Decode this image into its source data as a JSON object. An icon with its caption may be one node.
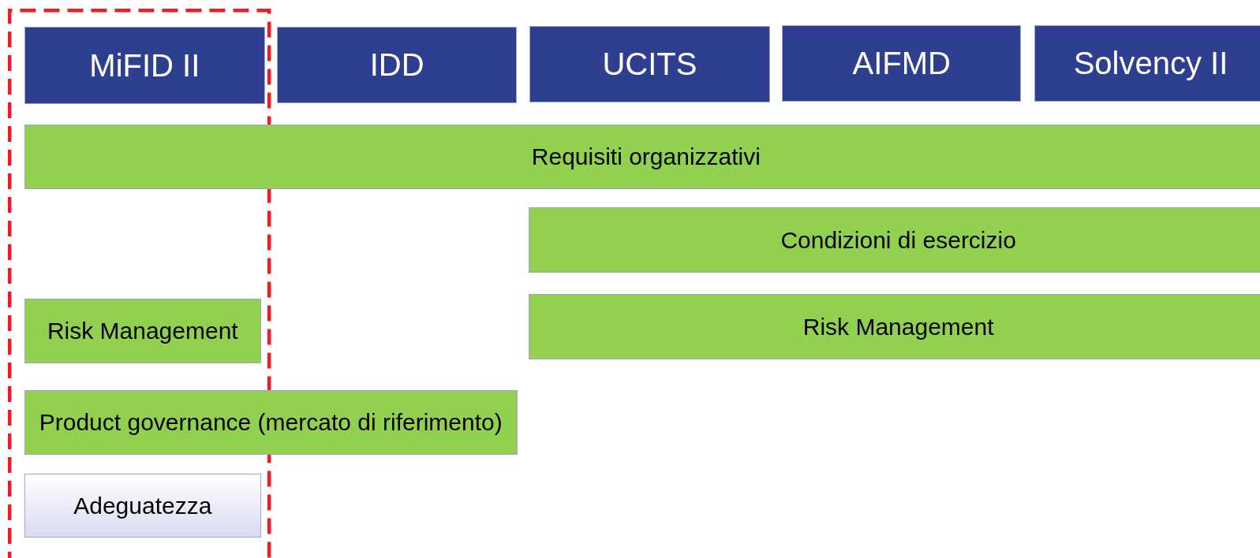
{
  "diagram": {
    "nodes": [
      {
        "text": [
          "MiFID II"
        ]
      },
      {
        "text": [
          "IDD"
        ]
      },
      {
        "text": [
          "UCITS"
        ]
      },
      {
        "text": [
          "AIFMD"
        ]
      },
      {
        "text": [
          "Solvency II"
        ]
      },
      {
        "text": [
          "Requisiti organizzativi"
        ]
      },
      {
        "text": [
          "Condizioni di esercizio"
        ]
      },
      {
        "text": [
          "Risk Management"
        ]
      },
      {
        "text": [
          "Risk Management"
        ]
      },
      {
        "text": [
          "Product governance (mercato di riferimento)"
        ]
      },
      {
        "text": [
          "Adeguatezza"
        ]
      }
    ]
  }
}
